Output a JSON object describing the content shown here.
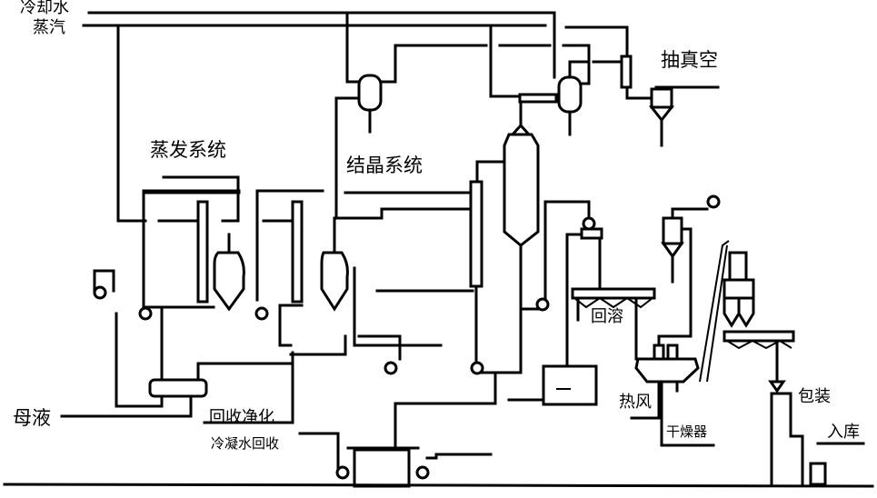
{
  "diagram": {
    "title": "",
    "colors": {
      "line": "#000000",
      "background": "#ffffff"
    },
    "labels": {
      "cooling_water": "冷却水",
      "steam": "蒸汽",
      "vacuum": "抽真空",
      "evaporation_system": "蒸发系统",
      "crystallization_system": "结晶系统",
      "mother_liquor": "母液",
      "recovery_purification": "回收净化",
      "condensate_recovery": "冷凝水回收",
      "redissolve": "回溶",
      "hot_air": "热风",
      "dryer": "干燥器",
      "packaging": "包装",
      "warehousing": "入库"
    },
    "equipment": [
      {
        "id": "evaporator-1",
        "type": "evaporator"
      },
      {
        "id": "separator-1",
        "type": "separator"
      },
      {
        "id": "evaporator-2",
        "type": "evaporator"
      },
      {
        "id": "separator-2",
        "type": "separator"
      },
      {
        "id": "condenser-1",
        "type": "condenser"
      },
      {
        "id": "condenser-2",
        "type": "condenser"
      },
      {
        "id": "ejector",
        "type": "steam-ejector"
      },
      {
        "id": "vacuum-receiver",
        "type": "cyclone"
      },
      {
        "id": "crystallizer",
        "type": "crystallizer"
      },
      {
        "id": "heater",
        "type": "heater"
      },
      {
        "id": "preheater",
        "type": "heat-exchanger"
      },
      {
        "id": "dissolve-tank",
        "type": "tank"
      },
      {
        "id": "condensate-tank",
        "type": "tank"
      },
      {
        "id": "centrifuge",
        "type": "centrifuge"
      },
      {
        "id": "screw-conveyor-1",
        "type": "screw-conveyor"
      },
      {
        "id": "dryer",
        "type": "fluid-bed-dryer"
      },
      {
        "id": "cyclone",
        "type": "cyclone"
      },
      {
        "id": "elevator",
        "type": "bucket-elevator"
      },
      {
        "id": "silo",
        "type": "silo"
      },
      {
        "id": "screw-conveyor-2",
        "type": "screw-conveyor"
      },
      {
        "id": "packing-machine",
        "type": "packing"
      },
      {
        "id": "pumps",
        "type": "pump"
      }
    ]
  }
}
